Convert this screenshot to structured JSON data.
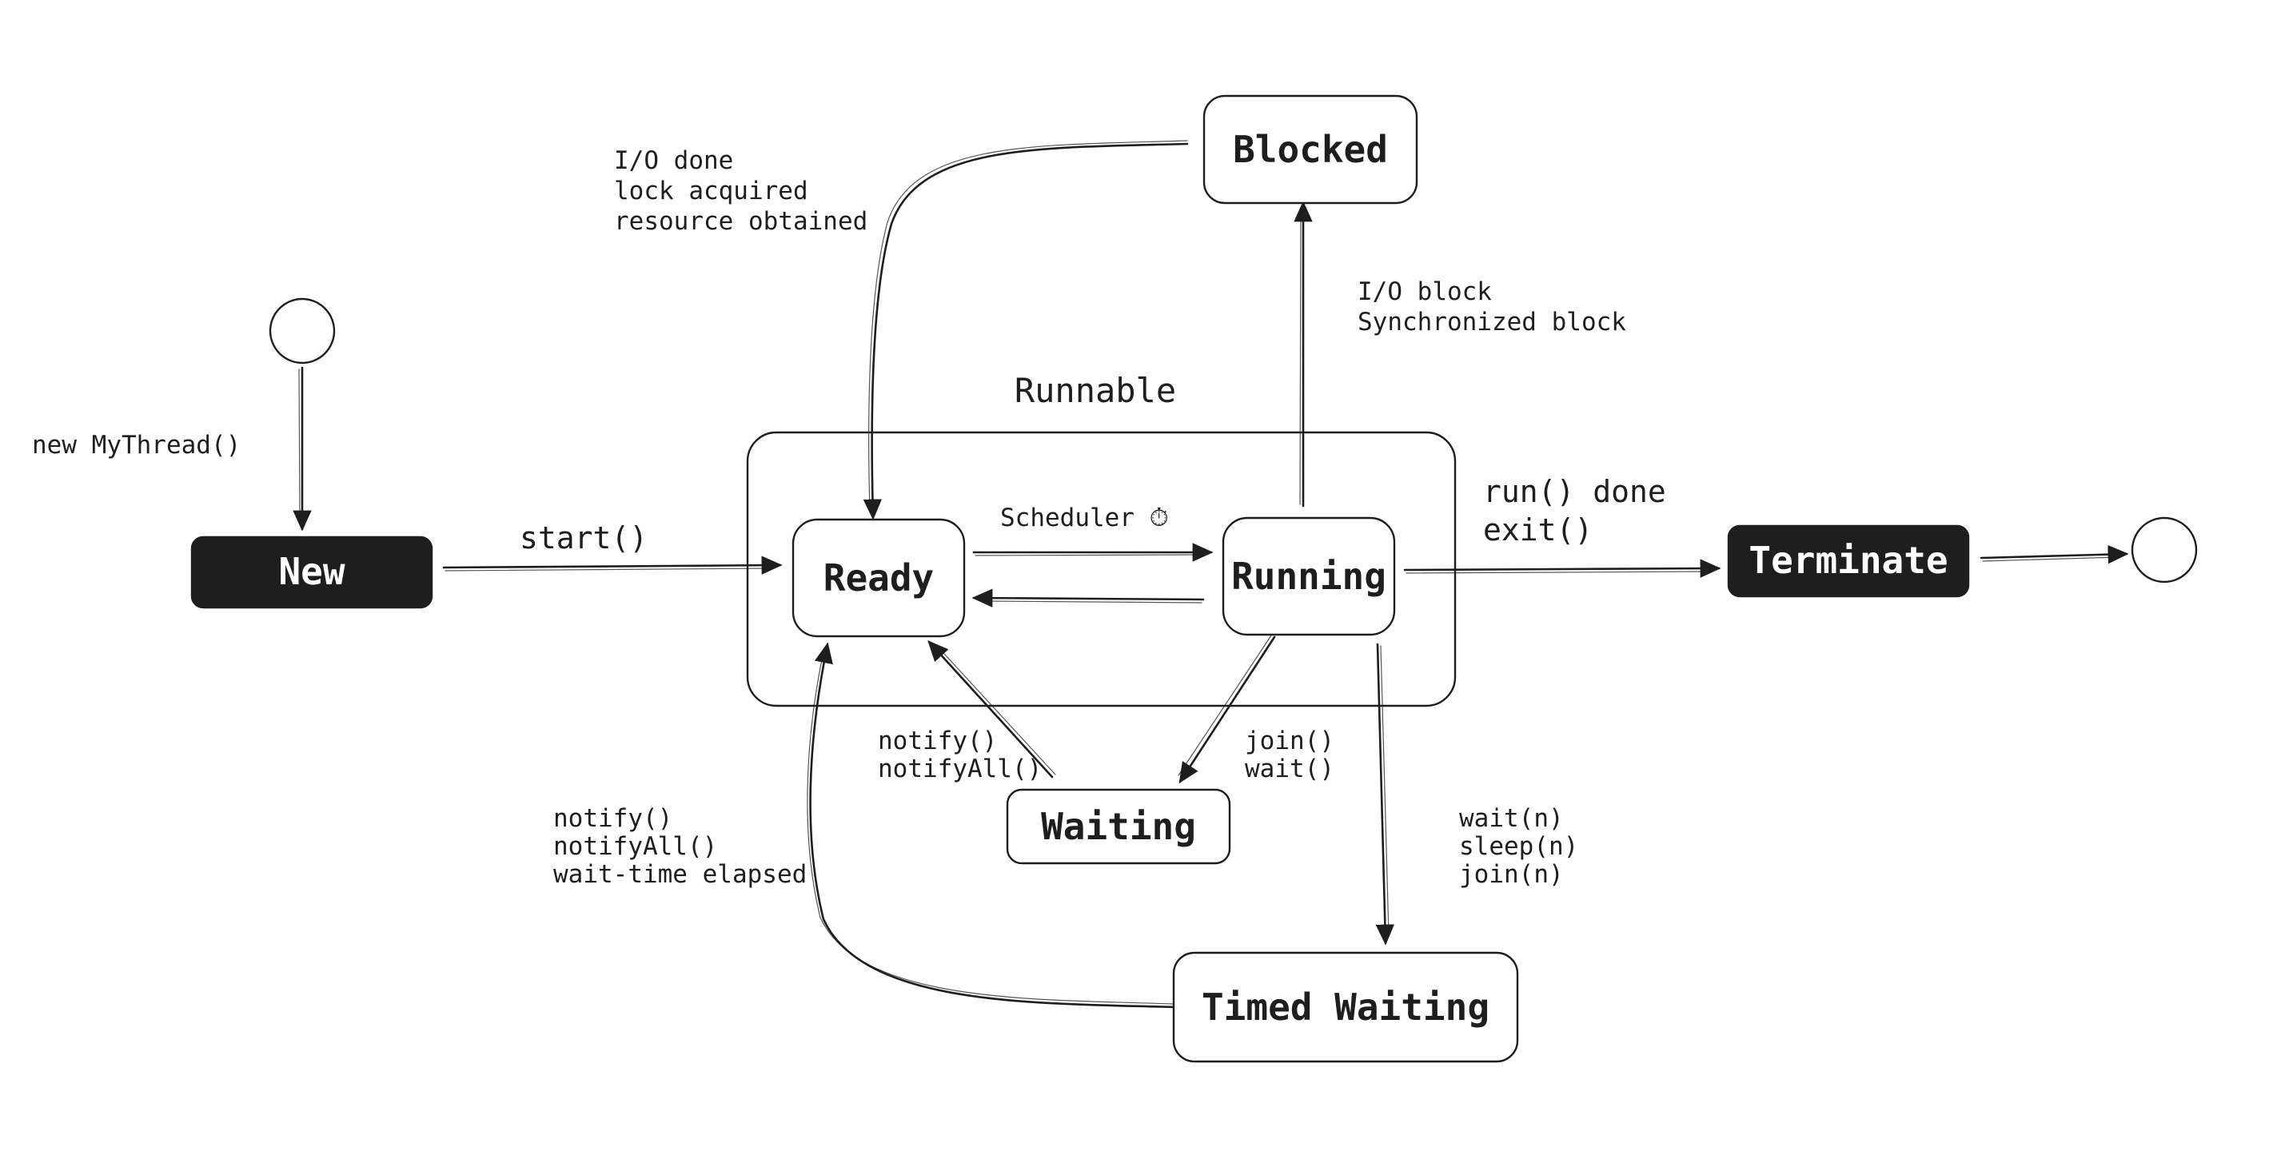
{
  "colors": {
    "ink": "#1e1e1e",
    "background": "#ffffff",
    "inverse_text": "#ffffff"
  },
  "states": {
    "new": "New",
    "ready": "Ready",
    "running": "Running",
    "blocked": "Blocked",
    "waiting": "Waiting",
    "timed_waiting": "Timed Waiting",
    "terminate": "Terminate"
  },
  "group": {
    "runnable": "Runnable"
  },
  "transitions": {
    "create": "new MyThread()",
    "start": "start()",
    "scheduler": "Scheduler ⏱",
    "finish": [
      "run() done",
      "exit()"
    ],
    "to_blocked": [
      "I/O block",
      "Synchronized block"
    ],
    "from_blocked": [
      "I/O done",
      "lock acquired",
      "resource obtained"
    ],
    "to_waiting": [
      "join()",
      "wait()"
    ],
    "from_waiting": [
      "notify()",
      "notifyAll()"
    ],
    "to_timed_waiting": [
      "wait(n)",
      "sleep(n)",
      "join(n)"
    ],
    "from_timed_waiting": [
      "notify()",
      "notifyAll()",
      "wait-time elapsed"
    ]
  }
}
